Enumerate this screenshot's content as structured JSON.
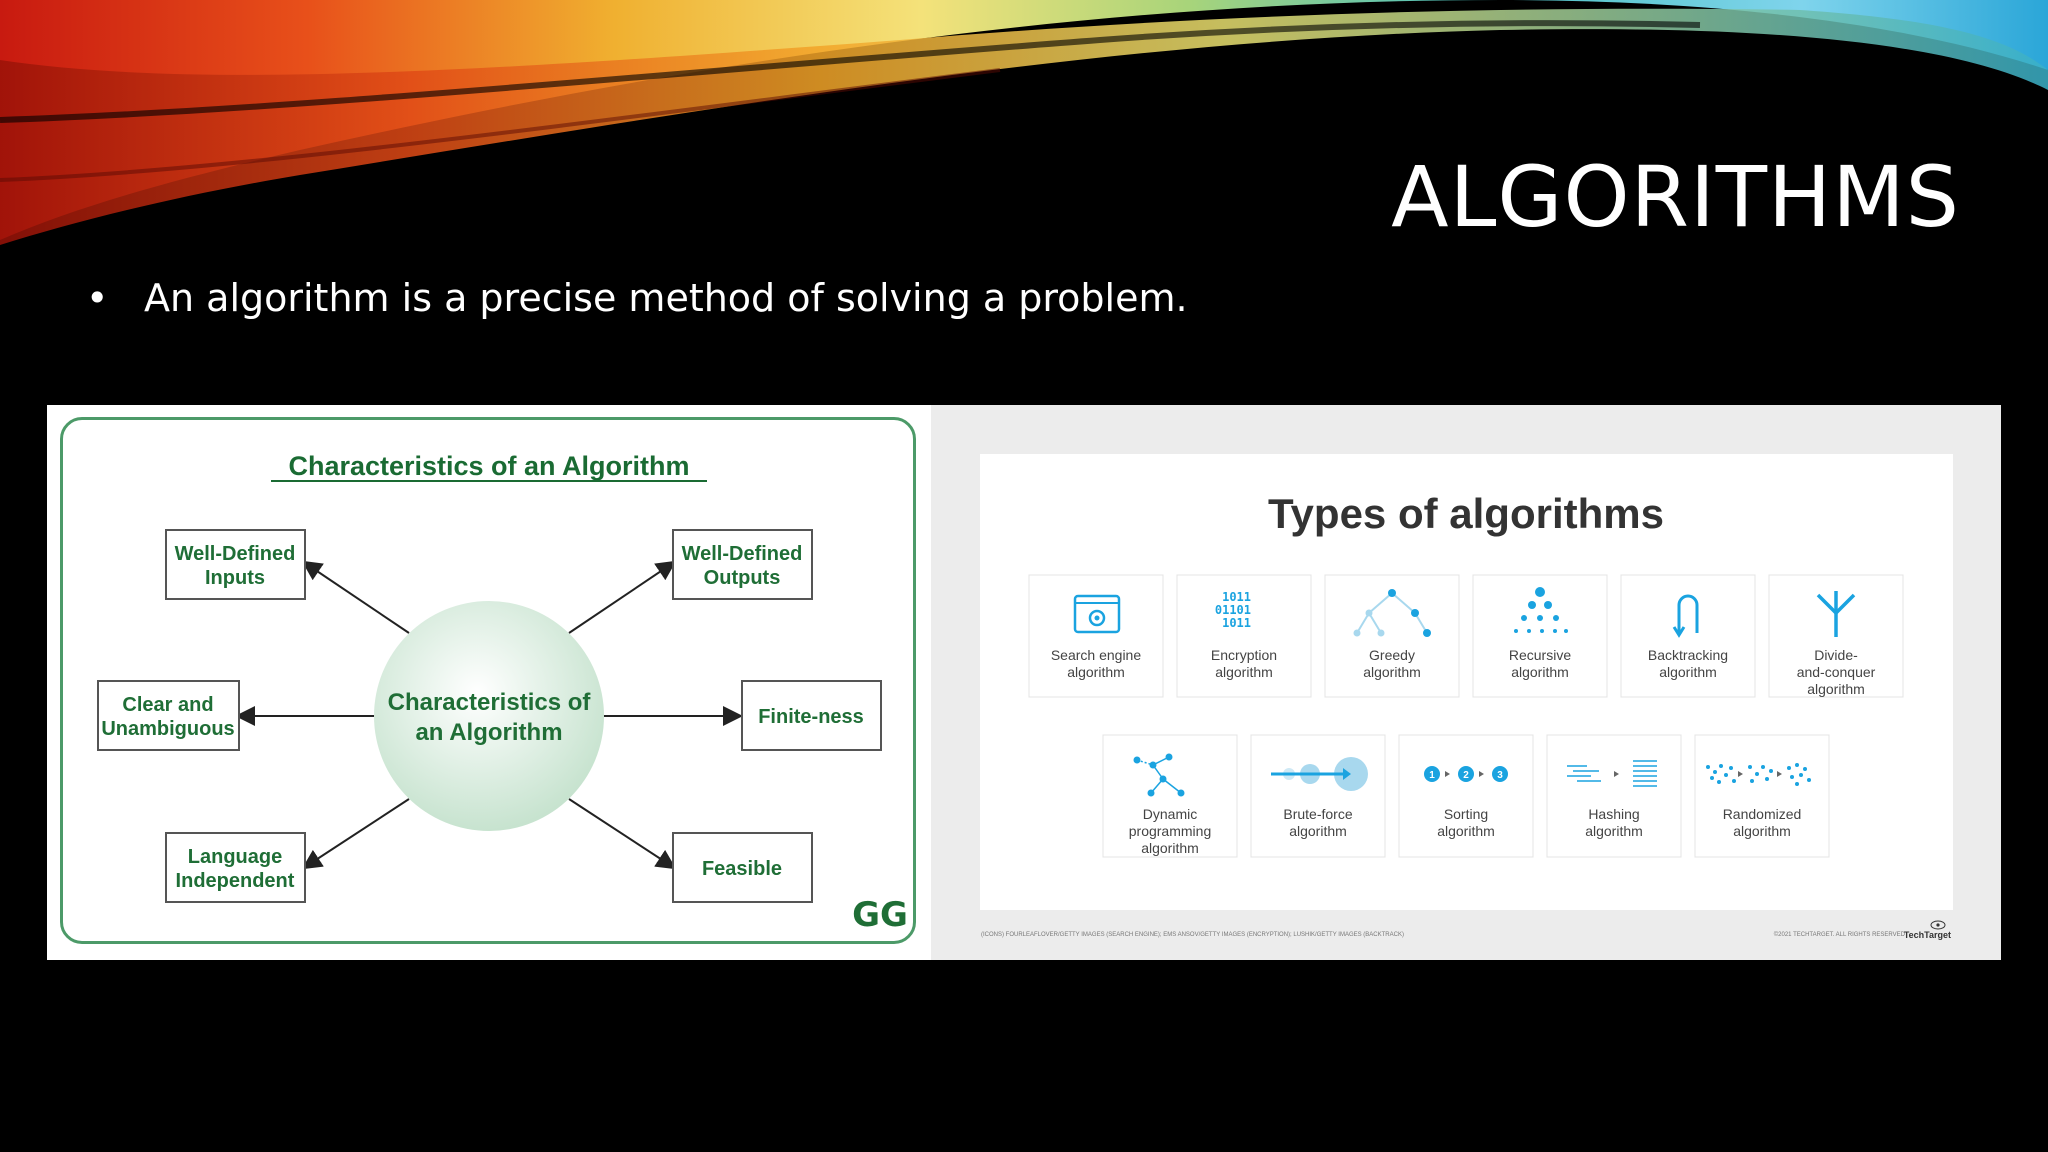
{
  "slide": {
    "title": "ALGORITHMS",
    "bullet": "An algorithm is a precise method of solving a problem."
  },
  "left_diagram": {
    "title": "Characteristics of an Algorithm",
    "center": [
      "Characteristics of",
      "an Algorithm"
    ],
    "nodes": {
      "well_defined_inputs": [
        "Well-Defined",
        "Inputs"
      ],
      "well_defined_outputs": [
        "Well-Defined",
        "Outputs"
      ],
      "clear_unambiguous": [
        "Clear and",
        "Unambiguous"
      ],
      "finiteness": [
        "Finite-ness"
      ],
      "language_independent": [
        "Language",
        "Independent"
      ],
      "feasible": [
        "Feasible"
      ]
    },
    "logo": "GG"
  },
  "right_diagram": {
    "title": "Types of algorithms",
    "row1": [
      {
        "label": [
          "Search engine",
          "algorithm"
        ],
        "icon": "search-engine-icon"
      },
      {
        "label": [
          "Encryption",
          "algorithm"
        ],
        "icon": "encryption-icon"
      },
      {
        "label": [
          "Greedy",
          "algorithm"
        ],
        "icon": "greedy-icon"
      },
      {
        "label": [
          "Recursive",
          "algorithm"
        ],
        "icon": "recursive-icon"
      },
      {
        "label": [
          "Backtracking",
          "algorithm"
        ],
        "icon": "backtracking-icon"
      },
      {
        "label": [
          "Divide-",
          "and-conquer",
          "algorithm"
        ],
        "icon": "divide-and-conquer-icon"
      }
    ],
    "row2": [
      {
        "label": [
          "Dynamic",
          "programming",
          "algorithm"
        ],
        "icon": "dynamic-programming-icon"
      },
      {
        "label": [
          "Brute-force",
          "algorithm"
        ],
        "icon": "brute-force-icon"
      },
      {
        "label": [
          "Sorting",
          "algorithm"
        ],
        "icon": "sorting-icon"
      },
      {
        "label": [
          "Hashing",
          "algorithm"
        ],
        "icon": "hashing-icon"
      },
      {
        "label": [
          "Randomized",
          "algorithm"
        ],
        "icon": "randomized-icon"
      }
    ],
    "encryption_bits": [
      "1011",
      "01101",
      "1011"
    ],
    "sorting_steps": [
      "1",
      "2",
      "3"
    ],
    "credit": "(ICONS) FOURLEAFLOVER/GETTY IMAGES (SEARCH ENGINE); EMS ANSOV/GETTY IMAGES (ENCRYPTION); LUSHIK/GETTY IMAGES (BACKTRACK)",
    "copyright": "©2021 TECHTARGET. ALL RIGHTS RESERVED",
    "brand": "TechTarget",
    "accent_color": "#1aa3e0"
  }
}
